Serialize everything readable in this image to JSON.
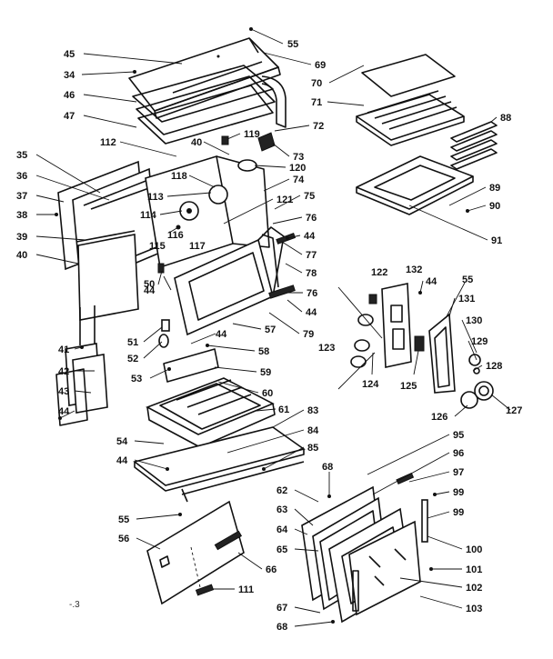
{
  "diagram": {
    "stray_mark": "-.3",
    "callouts": [
      {
        "id": "c55a",
        "text": "55"
      },
      {
        "id": "c45",
        "text": "45"
      },
      {
        "id": "c69",
        "text": "69"
      },
      {
        "id": "c34",
        "text": "34"
      },
      {
        "id": "c46",
        "text": "46"
      },
      {
        "id": "c47",
        "text": "47"
      },
      {
        "id": "c70",
        "text": "70"
      },
      {
        "id": "c71",
        "text": "71"
      },
      {
        "id": "c72",
        "text": "72"
      },
      {
        "id": "c88",
        "text": "88"
      },
      {
        "id": "c119",
        "text": "119"
      },
      {
        "id": "c112",
        "text": "112"
      },
      {
        "id": "c40a",
        "text": "40"
      },
      {
        "id": "c73",
        "text": "73"
      },
      {
        "id": "c120",
        "text": "120"
      },
      {
        "id": "c118",
        "text": "118"
      },
      {
        "id": "c74",
        "text": "74"
      },
      {
        "id": "c35",
        "text": "35"
      },
      {
        "id": "c36",
        "text": "36"
      },
      {
        "id": "c37",
        "text": "37"
      },
      {
        "id": "c38",
        "text": "38"
      },
      {
        "id": "c113",
        "text": "113"
      },
      {
        "id": "c121",
        "text": "121"
      },
      {
        "id": "c75",
        "text": "75"
      },
      {
        "id": "c89",
        "text": "89"
      },
      {
        "id": "c90",
        "text": "90"
      },
      {
        "id": "c114",
        "text": "114"
      },
      {
        "id": "c76a",
        "text": "76"
      },
      {
        "id": "c39",
        "text": "39"
      },
      {
        "id": "c115",
        "text": "115"
      },
      {
        "id": "c116",
        "text": "116"
      },
      {
        "id": "c117",
        "text": "117"
      },
      {
        "id": "c44a",
        "text": "44"
      },
      {
        "id": "c91",
        "text": "91"
      },
      {
        "id": "c40b",
        "text": "40"
      },
      {
        "id": "c77",
        "text": "77"
      },
      {
        "id": "c78",
        "text": "78"
      },
      {
        "id": "c122",
        "text": "122"
      },
      {
        "id": "c132",
        "text": "132"
      },
      {
        "id": "c44b",
        "text": "44"
      },
      {
        "id": "c55b",
        "text": "55"
      },
      {
        "id": "c50",
        "text": "50"
      },
      {
        "id": "c76b",
        "text": "76"
      },
      {
        "id": "c131",
        "text": "131"
      },
      {
        "id": "c44c",
        "text": "44"
      },
      {
        "id": "c44d",
        "text": "44"
      },
      {
        "id": "c79",
        "text": "79"
      },
      {
        "id": "c57",
        "text": "57"
      },
      {
        "id": "c51",
        "text": "51"
      },
      {
        "id": "c130",
        "text": "130"
      },
      {
        "id": "c44e",
        "text": "44"
      },
      {
        "id": "c129",
        "text": "129"
      },
      {
        "id": "c123",
        "text": "123"
      },
      {
        "id": "c41",
        "text": "41"
      },
      {
        "id": "c52",
        "text": "52"
      },
      {
        "id": "c58",
        "text": "58"
      },
      {
        "id": "c128",
        "text": "128"
      },
      {
        "id": "c124",
        "text": "124"
      },
      {
        "id": "c42",
        "text": "42"
      },
      {
        "id": "c59",
        "text": "59"
      },
      {
        "id": "c53",
        "text": "53"
      },
      {
        "id": "c125",
        "text": "125"
      },
      {
        "id": "c43",
        "text": "43"
      },
      {
        "id": "c60",
        "text": "60"
      },
      {
        "id": "c127",
        "text": "127"
      },
      {
        "id": "c126",
        "text": "126"
      },
      {
        "id": "c44f",
        "text": "44"
      },
      {
        "id": "c61",
        "text": "61"
      },
      {
        "id": "c83",
        "text": "83"
      },
      {
        "id": "c84",
        "text": "84"
      },
      {
        "id": "c54",
        "text": "54"
      },
      {
        "id": "c95",
        "text": "95"
      },
      {
        "id": "c85",
        "text": "85"
      },
      {
        "id": "c44g",
        "text": "44"
      },
      {
        "id": "c96",
        "text": "96"
      },
      {
        "id": "c68a",
        "text": "68"
      },
      {
        "id": "c97",
        "text": "97"
      },
      {
        "id": "c62",
        "text": "62"
      },
      {
        "id": "c99a",
        "text": "99"
      },
      {
        "id": "c63",
        "text": "63"
      },
      {
        "id": "c99b",
        "text": "99"
      },
      {
        "id": "c55c",
        "text": "55"
      },
      {
        "id": "c64",
        "text": "64"
      },
      {
        "id": "c56",
        "text": "56"
      },
      {
        "id": "c65",
        "text": "65"
      },
      {
        "id": "c100",
        "text": "100"
      },
      {
        "id": "c66",
        "text": "66"
      },
      {
        "id": "c101",
        "text": "101"
      },
      {
        "id": "c102",
        "text": "102"
      },
      {
        "id": "c111",
        "text": "111"
      },
      {
        "id": "c67",
        "text": "67"
      },
      {
        "id": "c103",
        "text": "103"
      },
      {
        "id": "c68b",
        "text": "68"
      }
    ]
  }
}
